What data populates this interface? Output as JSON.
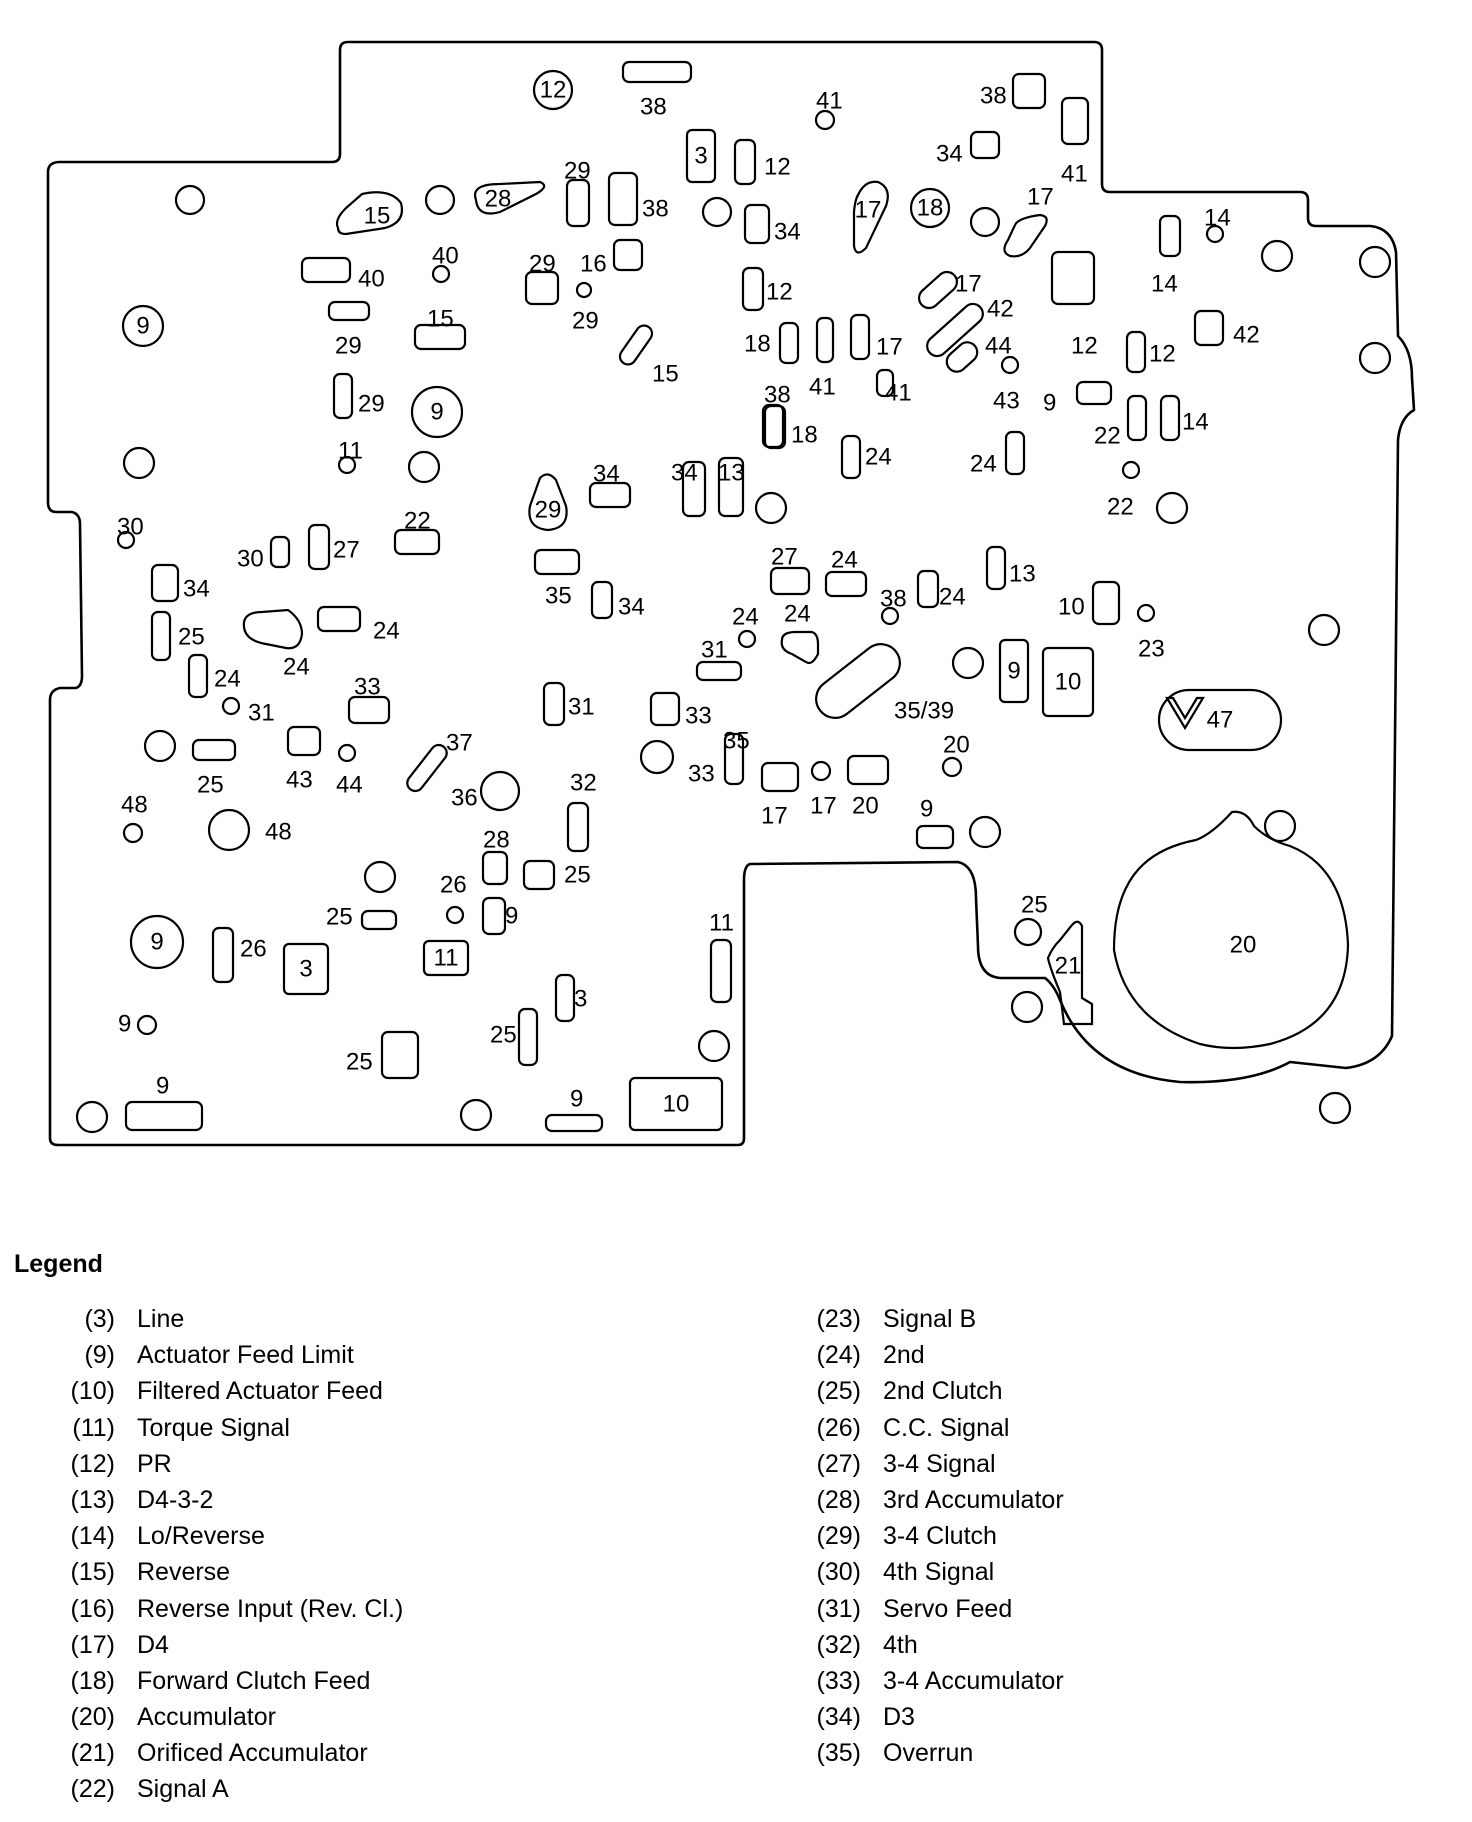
{
  "diagram": {
    "title": "Valve body spacer plate passage identification",
    "features": [
      {
        "label": "12",
        "shape": "circle-label"
      },
      {
        "label": "38",
        "shape": "slot"
      },
      {
        "label": "41",
        "shape": "hole"
      },
      {
        "label": "38",
        "shape": "slot"
      },
      {
        "label": "34",
        "shape": "slot"
      },
      {
        "label": "41",
        "shape": "slot"
      },
      {
        "label": "3",
        "shape": "boxed"
      },
      {
        "label": "12",
        "shape": "slot"
      },
      {
        "label": "29",
        "shape": "slot"
      },
      {
        "label": "38",
        "shape": "slot"
      },
      {
        "label": "28",
        "shape": "teardrop"
      },
      {
        "label": "15",
        "shape": "teardrop"
      },
      {
        "label": "34",
        "shape": "slot"
      },
      {
        "label": "17",
        "shape": "teardrop"
      },
      {
        "label": "18",
        "shape": "circle-label"
      },
      {
        "label": "17",
        "shape": "teardrop"
      },
      {
        "label": "14",
        "shape": "hole"
      },
      {
        "label": "14",
        "shape": "slot"
      },
      {
        "label": "40",
        "shape": "slot"
      },
      {
        "label": "40",
        "shape": "hole"
      },
      {
        "label": "29",
        "shape": "slot"
      },
      {
        "label": "16",
        "shape": "slot"
      },
      {
        "label": "29",
        "shape": "hole"
      },
      {
        "label": "12",
        "shape": "slot"
      },
      {
        "label": "17",
        "shape": "slot"
      },
      {
        "label": "42",
        "shape": "slot"
      },
      {
        "label": "12",
        "shape": "slot"
      },
      {
        "label": "42",
        "shape": "slot"
      },
      {
        "label": "9",
        "shape": "circle-label"
      },
      {
        "label": "29",
        "shape": "slot"
      },
      {
        "label": "15",
        "shape": "slot"
      },
      {
        "label": "15",
        "shape": "slot"
      },
      {
        "label": "18",
        "shape": "slot"
      },
      {
        "label": "17",
        "shape": "slot"
      },
      {
        "label": "41",
        "shape": "slot"
      },
      {
        "label": "44",
        "shape": "slot"
      },
      {
        "label": "12",
        "shape": "slot"
      },
      {
        "label": "9",
        "shape": "slot"
      },
      {
        "label": "29",
        "shape": "slot"
      },
      {
        "label": "9",
        "shape": "circle-label"
      },
      {
        "label": "38",
        "shape": "slot"
      },
      {
        "label": "41",
        "shape": "slot"
      },
      {
        "label": "43",
        "shape": "hole"
      },
      {
        "label": "22",
        "shape": "slot"
      },
      {
        "label": "14",
        "shape": "slot"
      },
      {
        "label": "11",
        "shape": "hole"
      },
      {
        "label": "18",
        "shape": "slot"
      },
      {
        "label": "24",
        "shape": "slot"
      },
      {
        "label": "24",
        "shape": "slot"
      },
      {
        "label": "22",
        "shape": "hole"
      },
      {
        "label": "30",
        "shape": "hole"
      },
      {
        "label": "34",
        "shape": "slot"
      },
      {
        "label": "34",
        "shape": "slot"
      },
      {
        "label": "13",
        "shape": "slot"
      },
      {
        "label": "29",
        "shape": "teardrop"
      },
      {
        "label": "22",
        "shape": "slot"
      },
      {
        "label": "30",
        "shape": "slot"
      },
      {
        "label": "27",
        "shape": "slot"
      },
      {
        "label": "34",
        "shape": "slot"
      },
      {
        "label": "35",
        "shape": "slot"
      },
      {
        "label": "34",
        "shape": "slot"
      },
      {
        "label": "27",
        "shape": "slot"
      },
      {
        "label": "24",
        "shape": "slot"
      },
      {
        "label": "38",
        "shape": "hole"
      },
      {
        "label": "24",
        "shape": "slot"
      },
      {
        "label": "13",
        "shape": "slot"
      },
      {
        "label": "10",
        "shape": "slot"
      },
      {
        "label": "23",
        "shape": "hole"
      },
      {
        "label": "25",
        "shape": "slot"
      },
      {
        "label": "24",
        "shape": "slot"
      },
      {
        "label": "24",
        "shape": "teardrop"
      },
      {
        "label": "24",
        "shape": "slot"
      },
      {
        "label": "31",
        "shape": "hole"
      },
      {
        "label": "33",
        "shape": "slot"
      },
      {
        "label": "24",
        "shape": "hole"
      },
      {
        "label": "24",
        "shape": "slot"
      },
      {
        "label": "31",
        "shape": "slot"
      },
      {
        "label": "31",
        "shape": "slot"
      },
      {
        "label": "33",
        "shape": "slot"
      },
      {
        "label": "35/39",
        "shape": "slot"
      },
      {
        "label": "9",
        "shape": "boxed"
      },
      {
        "label": "10",
        "shape": "boxed"
      },
      {
        "label": "47",
        "shape": "boxed"
      },
      {
        "label": "V",
        "shape": "mark"
      },
      {
        "label": "25",
        "shape": "slot"
      },
      {
        "label": "43",
        "shape": "slot"
      },
      {
        "label": "44",
        "shape": "hole"
      },
      {
        "label": "37",
        "shape": "slot"
      },
      {
        "label": "36",
        "shape": "hole"
      },
      {
        "label": "32",
        "shape": "slot"
      },
      {
        "label": "33",
        "shape": "hole"
      },
      {
        "label": "35",
        "shape": "slot"
      },
      {
        "label": "17",
        "shape": "slot"
      },
      {
        "label": "17",
        "shape": "hole"
      },
      {
        "label": "20",
        "shape": "slot"
      },
      {
        "label": "20",
        "shape": "hole"
      },
      {
        "label": "9",
        "shape": "slot"
      },
      {
        "label": "48",
        "shape": "hole"
      },
      {
        "label": "48",
        "shape": "hole"
      },
      {
        "label": "28",
        "shape": "slot"
      },
      {
        "label": "25",
        "shape": "slot"
      },
      {
        "label": "26",
        "shape": "hole"
      },
      {
        "label": "9",
        "shape": "slot"
      },
      {
        "label": "25",
        "shape": "slot"
      },
      {
        "label": "9",
        "shape": "circle-label"
      },
      {
        "label": "26",
        "shape": "slot"
      },
      {
        "label": "3",
        "shape": "boxed"
      },
      {
        "label": "11",
        "shape": "boxed"
      },
      {
        "label": "11",
        "shape": "slot"
      },
      {
        "label": "3",
        "shape": "slot"
      },
      {
        "label": "25",
        "shape": "slot"
      },
      {
        "label": "9",
        "shape": "hole"
      },
      {
        "label": "25",
        "shape": "slot"
      },
      {
        "label": "9",
        "shape": "slot"
      },
      {
        "label": "9",
        "shape": "slot"
      },
      {
        "label": "10",
        "shape": "boxed"
      },
      {
        "label": "25",
        "shape": "hole"
      },
      {
        "label": "21",
        "shape": "boxed"
      },
      {
        "label": "20",
        "shape": "boxed"
      }
    ]
  },
  "legend": {
    "title": "Legend",
    "left": [
      {
        "num": "(3)",
        "text": "Line"
      },
      {
        "num": "(9)",
        "text": "Actuator Feed Limit"
      },
      {
        "num": "(10)",
        "text": "Filtered Actuator Feed"
      },
      {
        "num": "(11)",
        "text": "Torque Signal"
      },
      {
        "num": "(12)",
        "text": "PR"
      },
      {
        "num": "(13)",
        "text": "D4-3-2"
      },
      {
        "num": "(14)",
        "text": "Lo/Reverse"
      },
      {
        "num": "(15)",
        "text": "Reverse"
      },
      {
        "num": "(16)",
        "text": "Reverse Input (Rev. Cl.)"
      },
      {
        "num": "(17)",
        "text": "D4"
      },
      {
        "num": "(18)",
        "text": "Forward Clutch Feed"
      },
      {
        "num": "(20)",
        "text": "Accumulator"
      },
      {
        "num": "(21)",
        "text": "Orificed Accumulator"
      },
      {
        "num": "(22)",
        "text": "Signal A"
      }
    ],
    "right": [
      {
        "num": "(23)",
        "text": "Signal B"
      },
      {
        "num": "(24)",
        "text": "2nd"
      },
      {
        "num": "(25)",
        "text": "2nd Clutch"
      },
      {
        "num": "(26)",
        "text": "C.C. Signal"
      },
      {
        "num": "(27)",
        "text": "3-4 Signal"
      },
      {
        "num": "(28)",
        "text": "3rd Accumulator"
      },
      {
        "num": "(29)",
        "text": "3-4 Clutch"
      },
      {
        "num": "(30)",
        "text": "4th Signal"
      },
      {
        "num": "(31)",
        "text": "Servo Feed"
      },
      {
        "num": "(32)",
        "text": "4th"
      },
      {
        "num": "(33)",
        "text": "3-4 Accumulator"
      },
      {
        "num": "(34)",
        "text": "D3"
      },
      {
        "num": "(35)",
        "text": "Overrun"
      }
    ]
  }
}
